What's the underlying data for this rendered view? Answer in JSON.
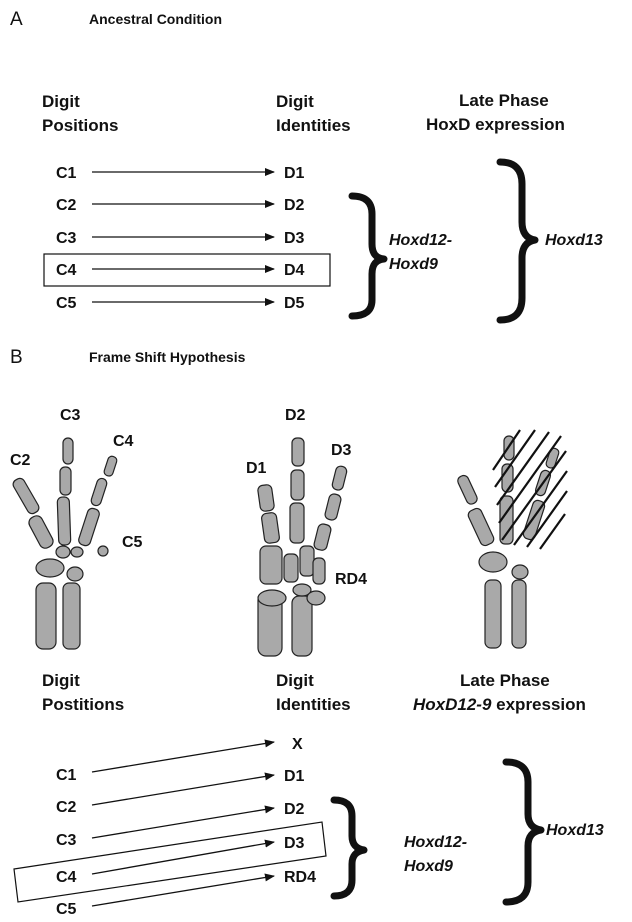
{
  "panelA": {
    "letter": "A",
    "subtitle": "Ancestral Condition",
    "col1_line1": "Digit",
    "col1_line2": "Positions",
    "col2_line1": "Digit",
    "col2_line2": "Identities",
    "col3_line1": "Late Phase",
    "col3_line2": "HoxD expression",
    "positions": [
      "C1",
      "C2",
      "C3",
      "C4",
      "C5"
    ],
    "identities": [
      "D1",
      "D2",
      "D3",
      "D4",
      "D5"
    ],
    "gene1_line1": "Hoxd12-",
    "gene1_line2": "Hoxd9",
    "gene2": "Hoxd13"
  },
  "panelB": {
    "letter": "B",
    "subtitle": "Frame Shift Hypothesis",
    "hand1_labels": [
      "C3",
      "C4",
      "C2",
      "C5"
    ],
    "hand2_labels": [
      "D2",
      "D3",
      "D1",
      "RD4"
    ],
    "col1_line1": "Digit",
    "col1_line2": "Postitions",
    "col2_line1": "Digit",
    "col2_line2": "Identities",
    "col3_line1": "Late Phase",
    "col3_line2_italic": "HoxD12-9",
    "col3_line2_rest": " expression",
    "positions": [
      "C1",
      "C2",
      "C3",
      "C4",
      "C5"
    ],
    "identities": [
      "X",
      "D1",
      "D2",
      "D3",
      "RD4"
    ],
    "gene1_line1": "Hoxd12-",
    "gene1_line2": "Hoxd9",
    "gene2": "Hoxd13"
  }
}
